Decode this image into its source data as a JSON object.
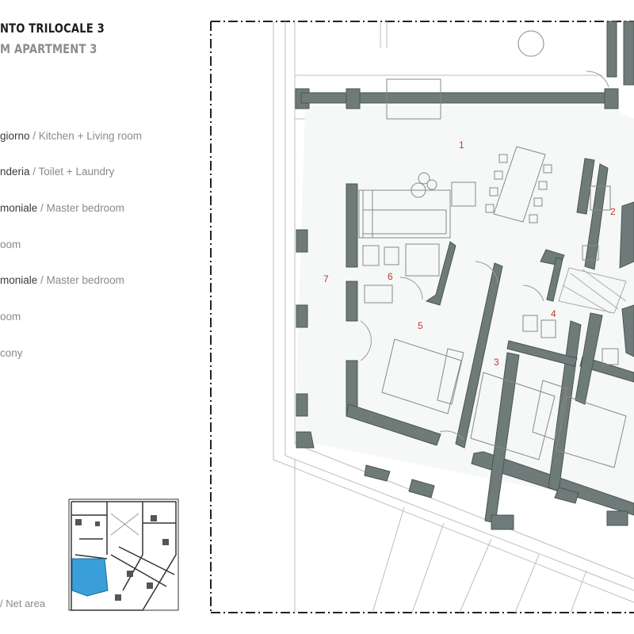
{
  "header": {
    "title_line1": "NTO TRILOCALE 3",
    "title_line2": "M APARTMENT 3"
  },
  "legend": [
    {
      "it": "giorno",
      "en": " / Kitchen + Living room"
    },
    {
      "it": "nderia",
      "en": " / Toilet + Laundry"
    },
    {
      "it": "moniale",
      "en": " / Master bedroom"
    },
    {
      "it": "",
      "en": "oom"
    },
    {
      "it": "moniale",
      "en": " / Master bedroom"
    },
    {
      "it": "",
      "en": "oom"
    },
    {
      "it": "",
      "en": "cony"
    }
  ],
  "footer": {
    "area_label": "/ Net area"
  },
  "room_numbers": [
    "1",
    "2",
    "3",
    "4",
    "5",
    "6",
    "7"
  ],
  "colors": {
    "wall": "#6f7b79",
    "highlight": "#3a9fd8",
    "room_number": "#c0392b",
    "wall_dark": "#4a5654"
  }
}
